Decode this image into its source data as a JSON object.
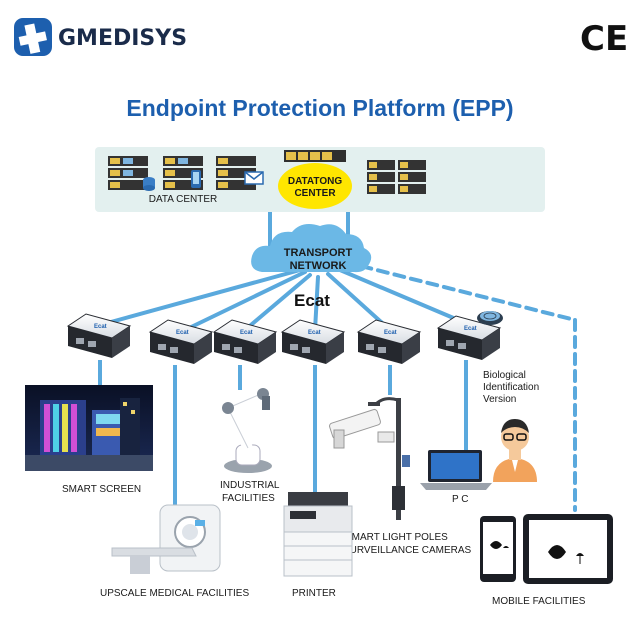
{
  "brand": {
    "name": "GMEDISYS",
    "mark": "CE",
    "color": "#1d5fae"
  },
  "title": "Endpoint Protection Platform (EPP)",
  "center": {
    "data_center": "DATA CENTER",
    "datatong_line1": "DATATONG",
    "datatong_line2": "CENTER",
    "datatong_color": "#ffe600"
  },
  "network": {
    "line1": "TRANSPORT",
    "line2": "NETWORK",
    "color": "#6bb8e6"
  },
  "device": {
    "name": "Ecat",
    "tag": "Ecat"
  },
  "biological": {
    "line1": "Biological",
    "line2": "Identification",
    "line3": "Version"
  },
  "endpoints": {
    "smart_screen": "SMART SCREEN",
    "industrial_1": "INDUSTRIAL",
    "industrial_2": "FACILITIES",
    "medical": "UPSCALE MEDICAL FACILITIES",
    "printer": "PRINTER",
    "poles_1": "SMART LIGHT POLES",
    "poles_2": "SURVEILLANCE CAMERAS",
    "pc": "P C",
    "mobile": "MOBILE FACILITIES"
  },
  "colors": {
    "link": "#5aa9dd",
    "panel": "#e3f0ef"
  }
}
